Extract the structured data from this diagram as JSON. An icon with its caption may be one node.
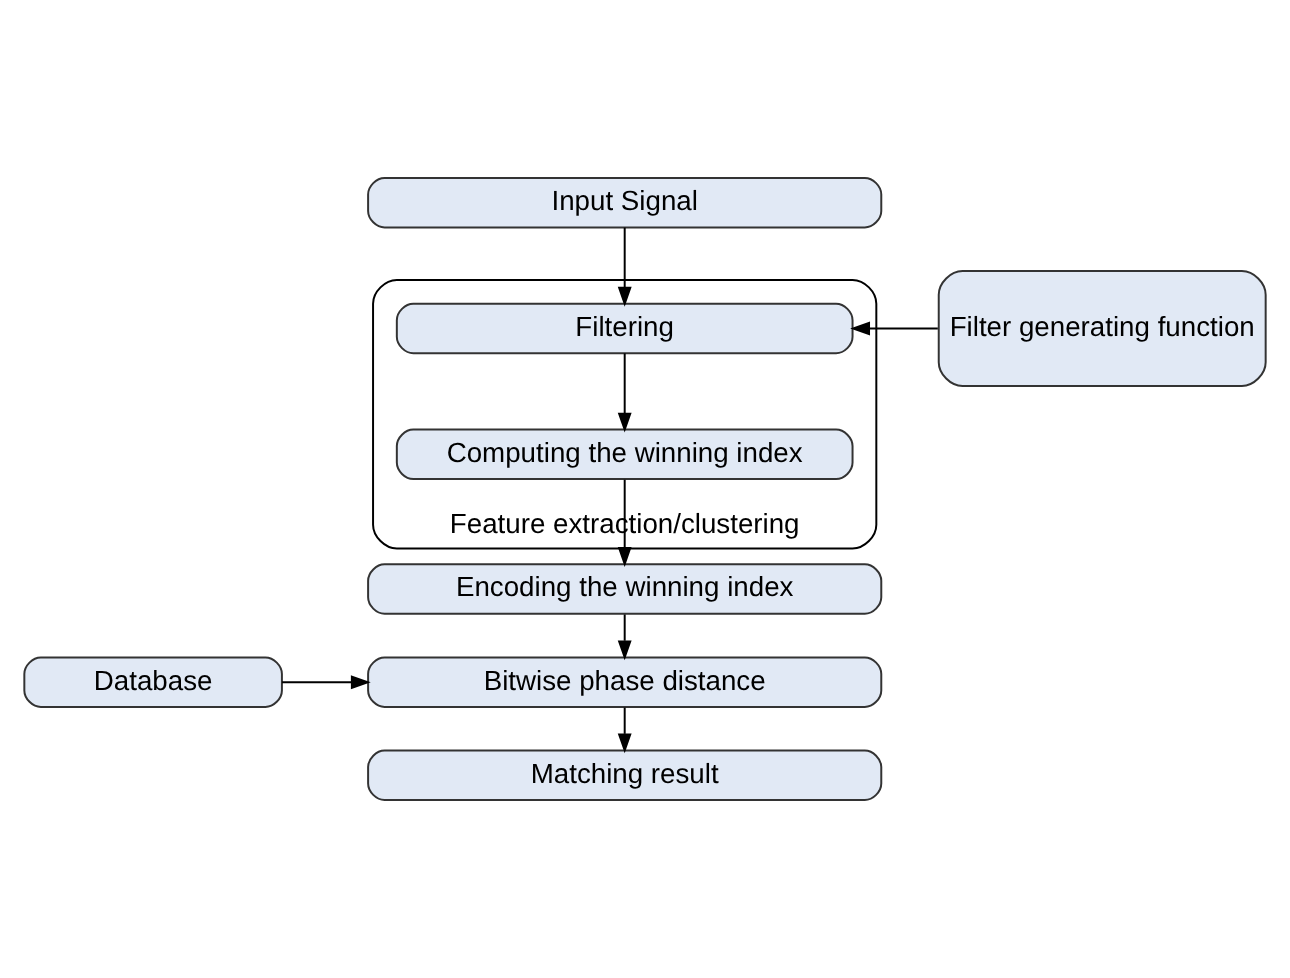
{
  "diagram": {
    "nodes": [
      {
        "text": [
          "Input Signal"
        ]
      },
      {
        "text": [
          "Feature extraction/clustering"
        ]
      },
      {
        "text": [
          "Filtering"
        ],
        "in": 1
      },
      {
        "text": [
          "Computing the winning index"
        ],
        "in": 1
      },
      {
        "text": [
          "Filter generating function"
        ]
      },
      {
        "text": [
          "Encoding the winning index"
        ]
      },
      {
        "text": [
          "Bitwise phase distance"
        ]
      },
      {
        "text": [
          "Database"
        ]
      },
      {
        "text": [
          "Matching result"
        ]
      }
    ],
    "edges": [
      {
        "from": 0,
        "to": 2,
        "arrow": "to"
      },
      {
        "from": 4,
        "to": 2,
        "arrow": "to"
      },
      {
        "from": 2,
        "to": 3,
        "arrow": "to"
      },
      {
        "from": 3,
        "to": 5,
        "arrow": "to"
      },
      {
        "from": 5,
        "to": 6,
        "arrow": "to"
      },
      {
        "from": 7,
        "to": 6,
        "arrow": "to"
      },
      {
        "from": 6,
        "to": 8,
        "arrow": "to"
      }
    ]
  }
}
